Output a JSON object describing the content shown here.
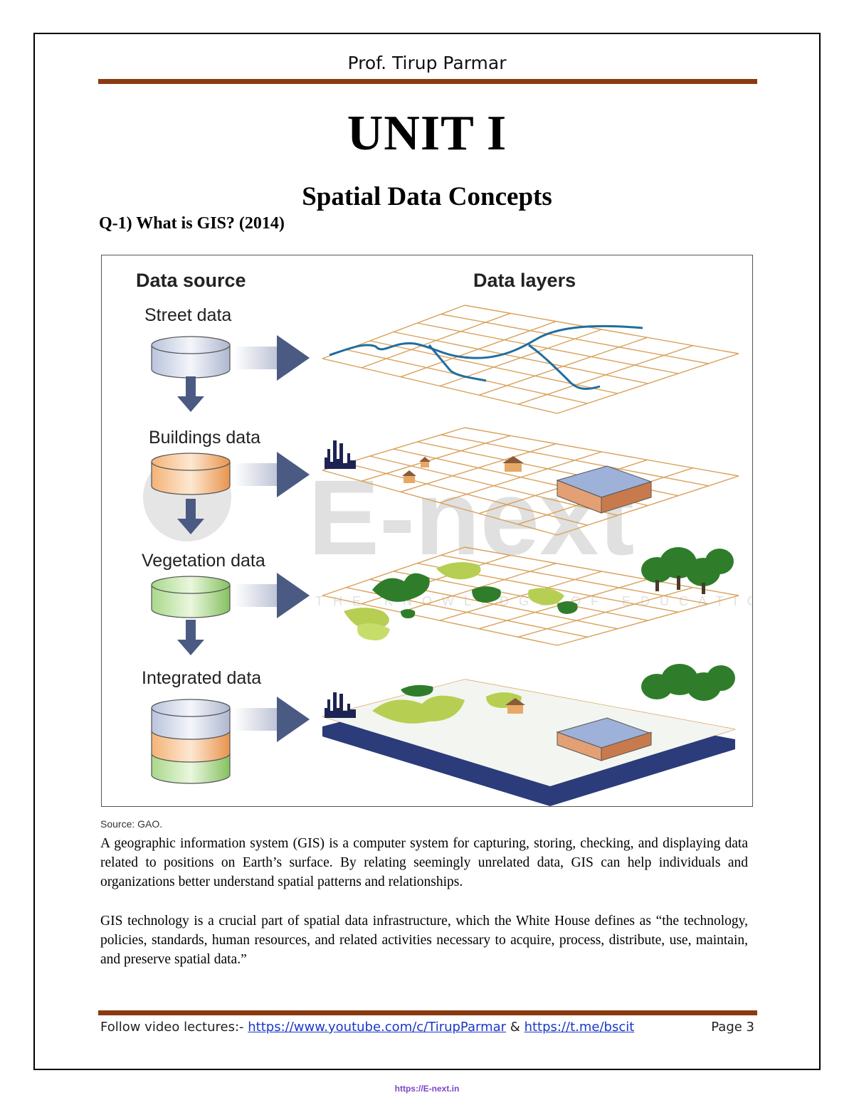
{
  "header": {
    "author": "Prof. Tirup Parmar"
  },
  "title": "UNIT I",
  "subtitle": "Spatial Data Concepts",
  "question": "Q-1) What is GIS? (2014)",
  "figure": {
    "source_heading": "Data source",
    "layers_heading": "Data layers",
    "rows": [
      {
        "label": "Street data"
      },
      {
        "label": "Buildings data"
      },
      {
        "label": "Vegetation data"
      },
      {
        "label": "Integrated data"
      }
    ],
    "watermark": "E-next",
    "watermark_tagline": "THE KNOWLEDGE OF EDUCATION",
    "colors": {
      "grid": "#d9a15b",
      "street": "#1f6e9e",
      "arrow": "#4a5a82",
      "vegetation_dark": "#2f7d2a",
      "vegetation_light": "#b6cf52",
      "building_roof": "#9db1d9",
      "base": "#2c3b7a"
    }
  },
  "caption": "Source: GAO.",
  "paragraphs": [
    "A geographic information system (GIS) is a computer system for capturing, storing, checking, and displaying data related to positions on Earth’s surface. By relating seemingly unrelated data, GIS can help individuals and organizations better understand spatial patterns and relationships.",
    "GIS technology is a crucial part of spatial data infrastructure, which the White House defines as “the technology, policies, standards, human resources, and related activities necessary to acquire, process, distribute, use, maintain, and preserve spatial data.”"
  ],
  "footer": {
    "prefix": "Follow video lectures:-",
    "link1": "https://www.youtube.com/c/TirupParmar",
    "separator": "&",
    "link2": "https://t.me/bscit",
    "page": "Page 3"
  },
  "bottom_link": "https://E-next.in"
}
